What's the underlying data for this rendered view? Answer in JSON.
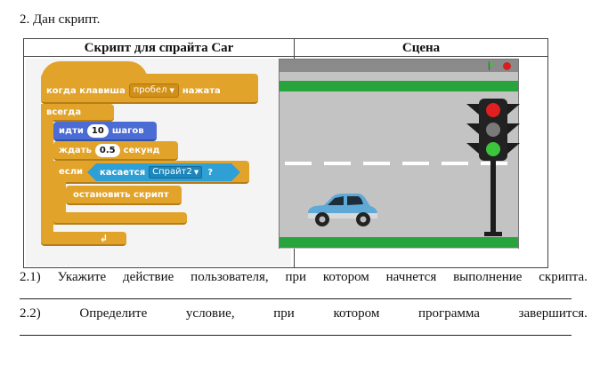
{
  "task": {
    "number": "2.",
    "title": "Дан скрипт."
  },
  "table": {
    "header_script": "Скрипт для спрайта Car",
    "header_stage": "Сцена"
  },
  "script": {
    "event_when": "когда клавиша",
    "event_key": "пробел",
    "event_pressed": "нажата",
    "forever": "всегда",
    "move_label": "идти",
    "move_steps": "10",
    "move_unit": "шагов",
    "wait_label": "ждать",
    "wait_value": "0.5",
    "wait_unit": "секунд",
    "if_label": "если",
    "touching_label": "касается",
    "touching_target": "Спрайт2",
    "touching_q": "?",
    "stop_label": "остановить скрипт"
  },
  "stage": {
    "light_colors": [
      "#e02020",
      "#7a7a7a",
      "#3cc43c"
    ],
    "car_color": "#5ea9d6",
    "grass_color": "#27a43b"
  },
  "questions": {
    "q1_words": [
      "2.1)",
      "Укажите",
      "действие",
      "пользователя,",
      "при",
      "котором",
      "начнется",
      "выполнение",
      "скрипта."
    ],
    "q2_words": [
      "2.2)",
      "Определите",
      "условие,",
      "при",
      "котором",
      "программа",
      "завершится."
    ]
  }
}
